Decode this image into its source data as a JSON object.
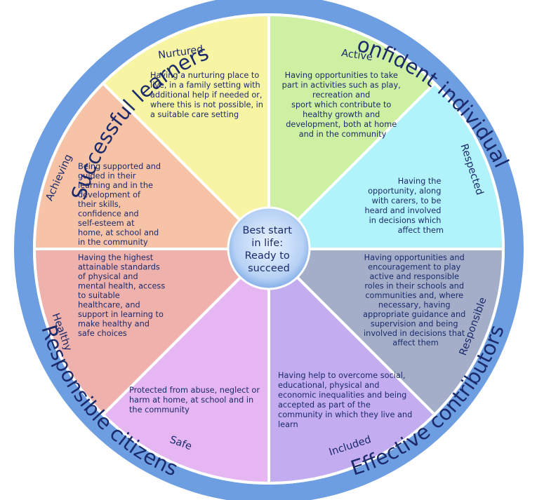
{
  "center": {
    "lines": [
      "Best start",
      "in life:",
      "Ready to",
      "succeed"
    ]
  },
  "outer_labels": {
    "top_left": "Successful learners",
    "top_right": "Confident individuals",
    "bottom_left": "Responsible citizens",
    "bottom_right": "Effective contributors"
  },
  "segments": {
    "nurtured": {
      "title": "Nurtured",
      "color": "#cdf0a2",
      "lines": [
        "Having a nurturing place to",
        "live, in a family setting with",
        "additional help if needed or,",
        "where this is not possible, in",
        "a suitable care setting"
      ]
    },
    "active": {
      "title": "Active",
      "color": "#b0f3fa",
      "lines": [
        "Having opportunities to take",
        "part in activities such as play,",
        "recreation and",
        "sport which contribute to",
        "healthy growth and",
        "development, both at home",
        "and in the community"
      ]
    },
    "respected": {
      "title": "Respected",
      "color": "#a4aec9",
      "lines": [
        "Having the",
        "opportunity, along",
        "with carers, to be",
        "heard and involved",
        "in decisions which",
        "affect them"
      ]
    },
    "responsible": {
      "title": "Responsible",
      "color": "#c3acf0",
      "lines": [
        "Having opportunities and",
        "encouragement to play",
        "active and responsible",
        "roles in their schools and",
        "communities and, where",
        "necessary, having",
        "appropriate guidance and",
        "supervision and being",
        "involved in decisions that",
        "affect them"
      ]
    },
    "included": {
      "title": "Included",
      "color": "#e5b6f2",
      "lines": [
        "Having help to overcome social,",
        "educational, physical and",
        "economic inequalities and being",
        "accepted as part of the",
        "community in which they live and",
        "learn"
      ]
    },
    "safe": {
      "title": "Safe",
      "color": "#efb1ab",
      "lines": [
        "Protected from abuse, neglect or",
        "harm at home, at school and in",
        "the community"
      ]
    },
    "healthy": {
      "title": "Healthy",
      "color": "#f6c3a6",
      "lines": [
        "Having the highest",
        "attainable standards",
        "of physical and",
        "mental health, access",
        "to suitable",
        "healthcare, and",
        "support in learning to",
        "make healthy and",
        "safe choices"
      ]
    },
    "achieving": {
      "title": "Achieving",
      "color": "#f7f4a4",
      "lines": [
        "Being supported and",
        "guided in their",
        "learning and in the",
        "development of",
        "their skills,",
        "confidence and",
        "self-esteem at",
        "home, at school and",
        "in the community"
      ]
    }
  },
  "colors": {
    "outer_ring": "#6e9ee2",
    "divider": "#ffffff",
    "text": "#1b2a6b",
    "hub": "#8fb7ec"
  }
}
